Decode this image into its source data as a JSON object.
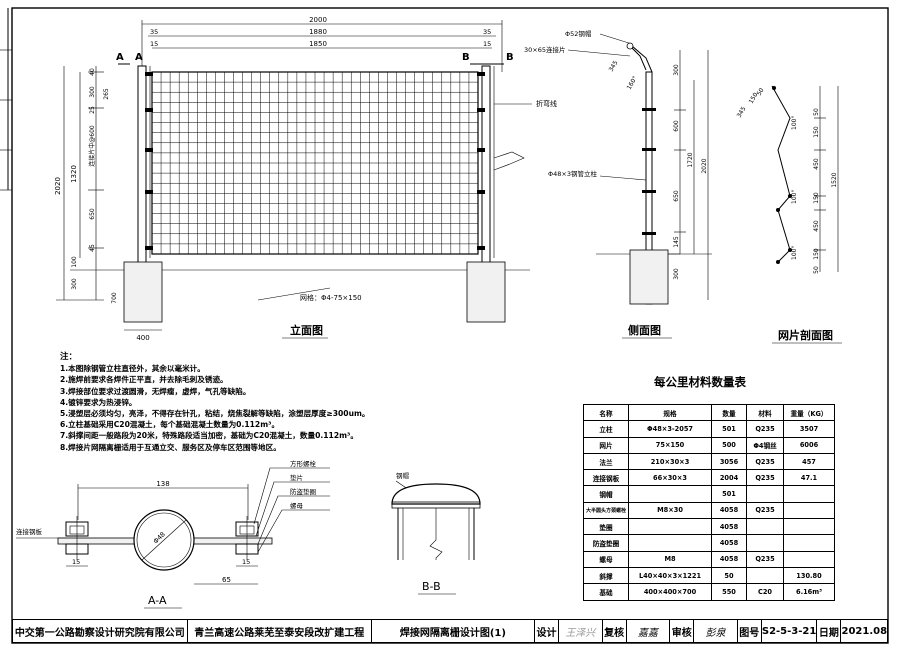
{
  "views": {
    "elevation": "立面图",
    "side": "侧面图",
    "section": "网片剖面图",
    "aa": "A-A",
    "bb": "B-B"
  },
  "labels": {
    "section_a": "A",
    "section_b": "B",
    "mesh_spec": "网格：Φ4-75×150",
    "fold_line": "折弯线",
    "post_cap": "Φ52钢帽",
    "conn_plate": "30×65连接片",
    "post": "Φ48×3钢管立柱",
    "post_spacing": "连接片中@600",
    "steel_cap": "钢帽",
    "conn_steel_plate": "连接钢板",
    "nut": "方形螺栓",
    "washer": "垫片",
    "anti_theft_washer": "防盗垫圈",
    "screw_cap": "螺母",
    "dia_48": "Φ48"
  },
  "dims": {
    "d2000": "2000",
    "d1880": "1880",
    "d1850": "1850",
    "d35a": "35",
    "d35b": "35",
    "d15a": "15",
    "d15b": "15",
    "d2020": "2020",
    "d1320": "1320",
    "d300a": "300",
    "d265": "265",
    "d25": "25",
    "d40": "40",
    "d650": "650",
    "d45": "45",
    "d100": "100",
    "d300b": "300",
    "d700": "700",
    "d400": "400",
    "s300": "300",
    "s600": "600",
    "s650": "650",
    "s145": "145",
    "s300b": "300",
    "s1720": "1720",
    "s2020": "2020",
    "s345": "345",
    "s160": "160°",
    "n50a": "50",
    "n150a": "150",
    "n450": "450",
    "n150b": "150",
    "n450b": "450",
    "n150c": "150",
    "n50b": "50",
    "n1520": "1520",
    "n100a": "100°",
    "n100b": "100°",
    "n100c": "100°",
    "n150d": "150",
    "n50c": "50",
    "n345": "345",
    "a138": "138",
    "a15a": "15",
    "a15b": "15",
    "a65": "65"
  },
  "notes": {
    "title": "注：",
    "items": [
      "1.本图除钢管立柱直径外，其余以毫米计。",
      "2.施焊前要求各焊件正平直，并去除毛刺及锈迹。",
      "3.焊接部位要求过渡圆滑，无焊瘤，虚焊，气孔等缺陷。",
      "4.镀锌要求为热浸锌。",
      "5.浸塑层必须均匀，亮泽，不得存在针孔，粘结，烧焦裂解等缺陷，涂塑层厚度≥300um。",
      "6.立柱基础采用C20混凝土，每个基础混凝土数量为0.112m³。",
      "7.斜撑间距一般路段为20米，特殊路段适当加密，基础为C20混凝土，数量0.112m³。",
      "8.焊接片网隔离栅适用于互通立交、服务区及停车区范围等地区。"
    ]
  },
  "materials": {
    "title": "每公里材料数量表",
    "headers": [
      "名称",
      "规格",
      "数量",
      "材料",
      "重量（KG）"
    ],
    "rows": [
      [
        "立柱",
        "Φ48×3-2057",
        "501",
        "Q235",
        "3507"
      ],
      [
        "网片",
        "75×150",
        "500",
        "Φ4钢丝",
        "6006"
      ],
      [
        "法兰",
        "210×30×3",
        "3056",
        "Q235",
        "457"
      ],
      [
        "连接钢板",
        "66×30×3",
        "2004",
        "Q235",
        "47.1"
      ],
      [
        "钢帽",
        "",
        "501",
        "",
        ""
      ],
      [
        "大半圆头方颈螺栓",
        "M8×30",
        "4058",
        "Q235",
        ""
      ],
      [
        "垫圈",
        "",
        "4058",
        "",
        ""
      ],
      [
        "防盗垫圈",
        "",
        "4058",
        "",
        ""
      ],
      [
        "螺母",
        "M8",
        "4058",
        "Q235",
        ""
      ],
      [
        "斜撑",
        "L40×40×3×1221",
        "50",
        "",
        "130.80"
      ],
      [
        "基础",
        "400×400×700",
        "550",
        "C20",
        "6.16m³"
      ]
    ]
  },
  "title_block": {
    "company": "中交第一公路勘察设计研究院有限公司",
    "project": "青兰高速公路莱芜至泰安段改扩建工程",
    "drawing": "焊接网隔离栅设计图(1)",
    "design_label": "设计",
    "design_sig": "王泽兴",
    "review_label": "复核",
    "review_sig": "嘉嘉",
    "approve_label": "审核",
    "approve_sig": "彭泉",
    "drawing_no_label": "图号",
    "drawing_no": "S2-5-3-21",
    "date_label": "日期",
    "date": "2021.08"
  }
}
